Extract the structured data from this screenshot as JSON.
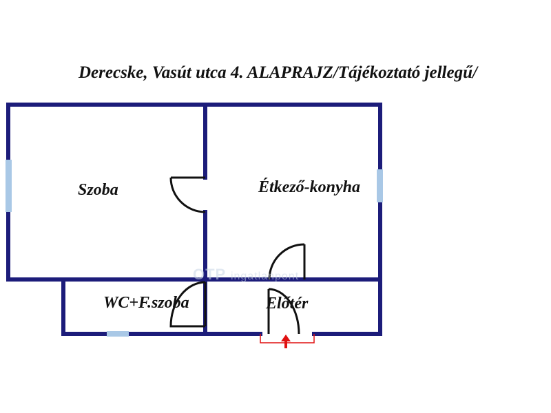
{
  "title": "Derecske, Vasút utca 4. ALAPRAJZ/Tájékoztató jellegű/",
  "rooms": {
    "szoba": "Szoba",
    "etkezo_konyha": "Étkező-konyha",
    "wc": "WC+F.szoba",
    "eloter": "Előtér"
  },
  "watermark": {
    "brand": "OTP",
    "suffix": "ingatlanpont"
  },
  "colors": {
    "wall": "#1c1c7a",
    "window": "#a9c8e6",
    "entrance": "#e01010"
  }
}
